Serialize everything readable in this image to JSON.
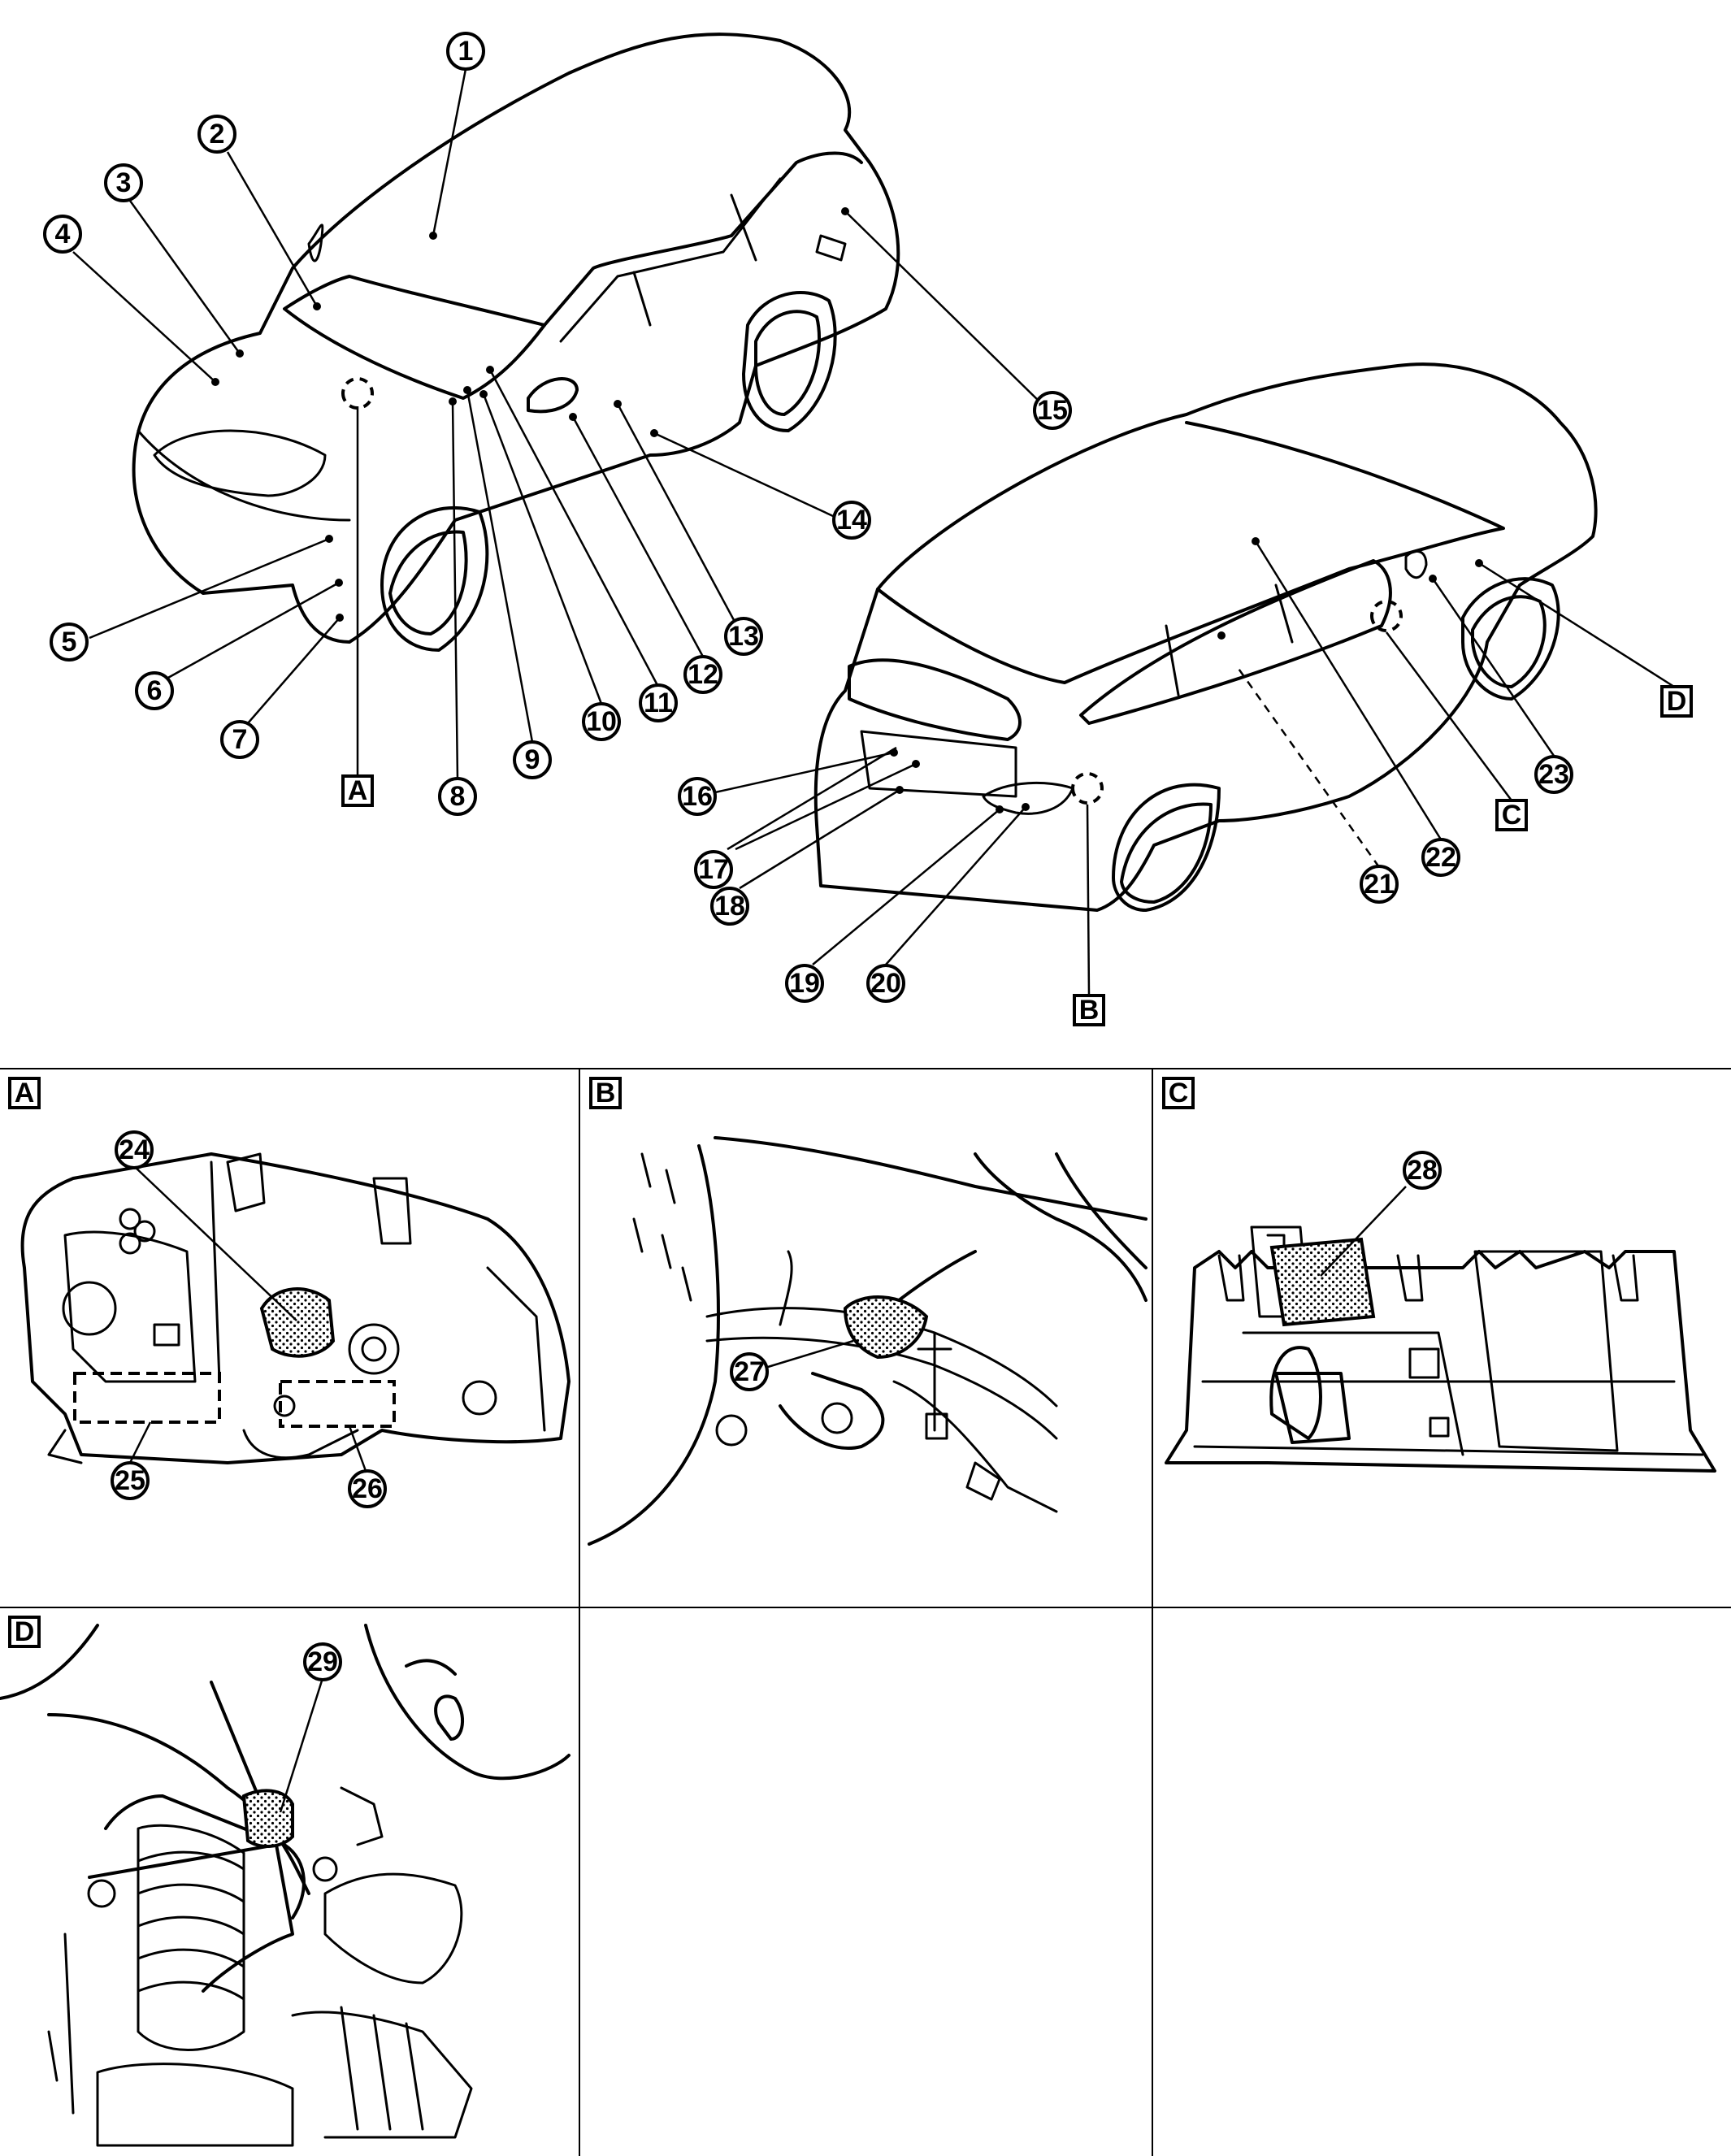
{
  "callouts": {
    "c1": "1",
    "c2": "2",
    "c3": "3",
    "c4": "4",
    "c5": "5",
    "c6": "6",
    "c7": "7",
    "c8": "8",
    "c9": "9",
    "c10": "10",
    "c11": "11",
    "c12": "12",
    "c13": "13",
    "c14": "14",
    "c15": "15",
    "c16": "16",
    "c17": "17",
    "c18": "18",
    "c19": "19",
    "c20": "20",
    "c21": "21",
    "c22": "22",
    "c23": "23",
    "c24": "24",
    "c25": "25",
    "c26": "26",
    "c27": "27",
    "c28": "28",
    "c29": "29"
  },
  "detail_labels": {
    "a": "A",
    "b": "B",
    "c": "C",
    "d": "D"
  }
}
